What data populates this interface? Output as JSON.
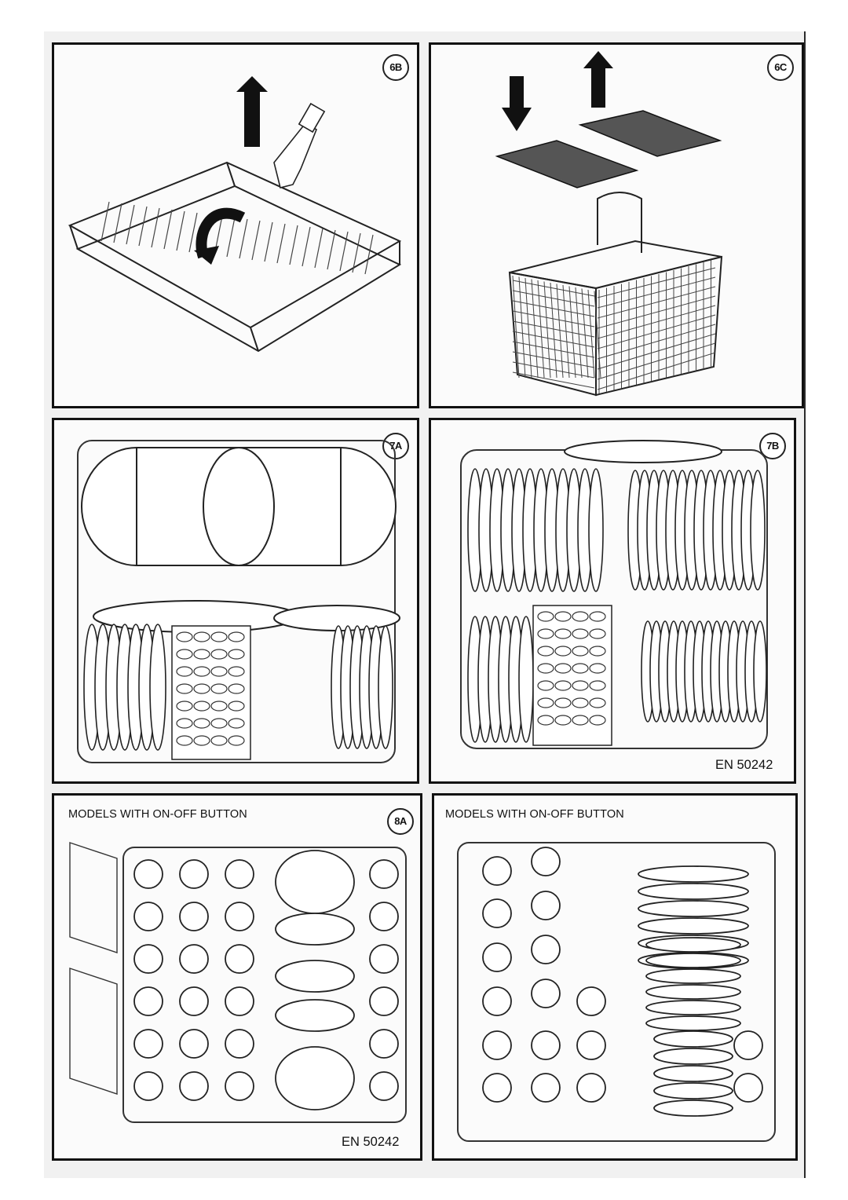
{
  "panels": {
    "p6b": {
      "badge": "6B"
    },
    "p6c": {
      "badge": "6C"
    },
    "p7a": {
      "badge": "7A"
    },
    "p7b": {
      "badge": "7B",
      "standard": "EN 50242"
    },
    "p8a": {
      "badge": "8A",
      "caption": "MODELS WITH ON-OFF BUTTON",
      "standard": "EN 50242"
    },
    "p8b": {
      "caption": "MODELS WITH ON-OFF BUTTON"
    }
  }
}
